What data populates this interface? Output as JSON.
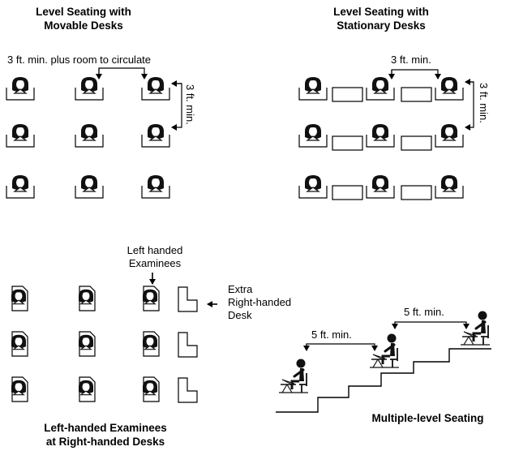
{
  "panels": {
    "movable": {
      "title_line1": "Level Seating with",
      "title_line2": "Movable Desks",
      "horizontal_note": "3 ft. min. plus room to circulate",
      "vertical_note": "3 ft. min."
    },
    "stationary": {
      "title_line1": "Level Seating with",
      "title_line2": "Stationary Desks",
      "horizontal_note": "3 ft. min.",
      "vertical_note": "3 ft. min."
    },
    "left_handed": {
      "title_line1": "Left-handed Examinees",
      "title_line2": "at Right-handed Desks",
      "callout_line1": "Left handed",
      "callout_line2": "Examinees",
      "extra_line1": "Extra",
      "extra_line2": "Right-handed",
      "extra_line3": "Desk"
    },
    "multilevel": {
      "title": "Multiple-level Seating",
      "spacing_left": "5 ft. min.",
      "spacing_right": "5 ft. min."
    }
  }
}
